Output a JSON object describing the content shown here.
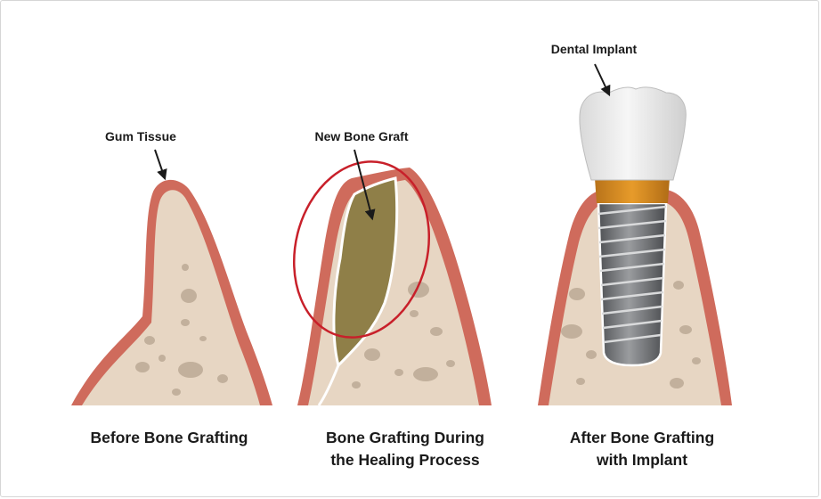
{
  "labels": {
    "gum_tissue": "Gum Tissue",
    "new_bone_graft": "New Bone Graft",
    "dental_implant": "Dental Implant"
  },
  "captions": {
    "before": "Before Bone Grafting",
    "during_line1": "Bone Grafting During",
    "during_line2": "the Healing Process",
    "after_line1": "After Bone Grafting",
    "after_line2": "with Implant"
  },
  "colors": {
    "gum": "#cf6b5c",
    "bone": "#e7d6c3",
    "bone_spots": "#c2b09c",
    "graft": "#8f7f48",
    "highlight_ring": "#c8202a",
    "crown": "#ececec",
    "collar": "#d48a1c",
    "screw": "#6f7174"
  }
}
